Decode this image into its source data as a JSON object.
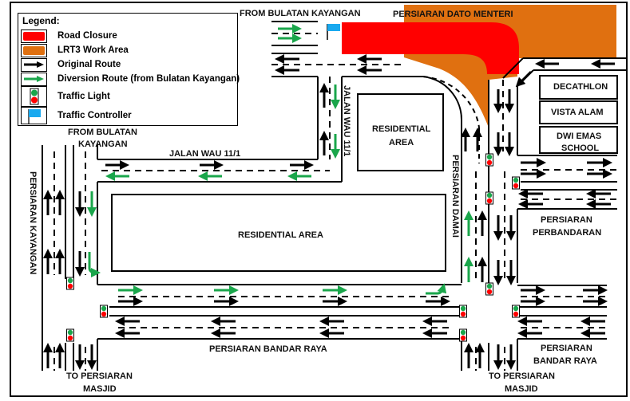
{
  "colors": {
    "road_closure": "#ff0000",
    "lrt3_work_area": "#e07010",
    "original_route": "#000000",
    "diversion_route": "#1aa64b",
    "traffic_light_green": "#1aa64b",
    "traffic_light_red": "#ff0000",
    "traffic_controller": "#19a9ef"
  },
  "legend": {
    "title": "Legend:",
    "items": [
      {
        "key": "road_closure",
        "label": "Road Closure"
      },
      {
        "key": "lrt3_work_area",
        "label": "LRT3 Work Area"
      },
      {
        "key": "original_route",
        "label": "Original Route"
      },
      {
        "key": "diversion_route",
        "label": "Diversion Route (from Bulatan Kayangan)"
      },
      {
        "key": "traffic_light",
        "label": "Traffic Light"
      },
      {
        "key": "traffic_controller",
        "label": "Traffic Controller"
      }
    ]
  },
  "labels": {
    "from_bulatan_top": "FROM BULATAN KAYANGAN",
    "persiaran_dato_menteri": "PERSIARAN DATO MENTERI",
    "from_bulatan_left_1": "FROM BULATAN",
    "from_bulatan_left_2": "KAYANGAN",
    "jalan_wau_h": "JALAN WAU 11/1",
    "jalan_wau_v": "JALAN WAU 11/1",
    "residential_area_small_1": "RESIDENTIAL",
    "residential_area_small_2": "AREA",
    "residential_area_large": "RESIDENTIAL AREA",
    "persiaran_damai": "PERSIARAN DAMAI",
    "persiaran_kayangan": "PERSIARAN KAYANGAN",
    "decathlon": "DECATHLON",
    "vista_alam": "VISTA ALAM",
    "dwi_emas_1": "DWI EMAS",
    "dwi_emas_2": "SCHOOL",
    "persiaran_perbandaran_1": "PERSIARAN",
    "persiaran_perbandaran_2": "PERBANDARAN",
    "persiaran_bandar_raya_right_1": "PERSIARAN",
    "persiaran_bandar_raya_right_2": "BANDAR RAYA",
    "persiaran_bandar_raya_bottom": "PERSIARAN BANDAR RAYA",
    "to_masjid_left_1": "TO PERSIARAN",
    "to_masjid_left_2": "MASJID",
    "to_masjid_right_1": "TO PERSIARAN",
    "to_masjid_right_2": "MASJID"
  }
}
